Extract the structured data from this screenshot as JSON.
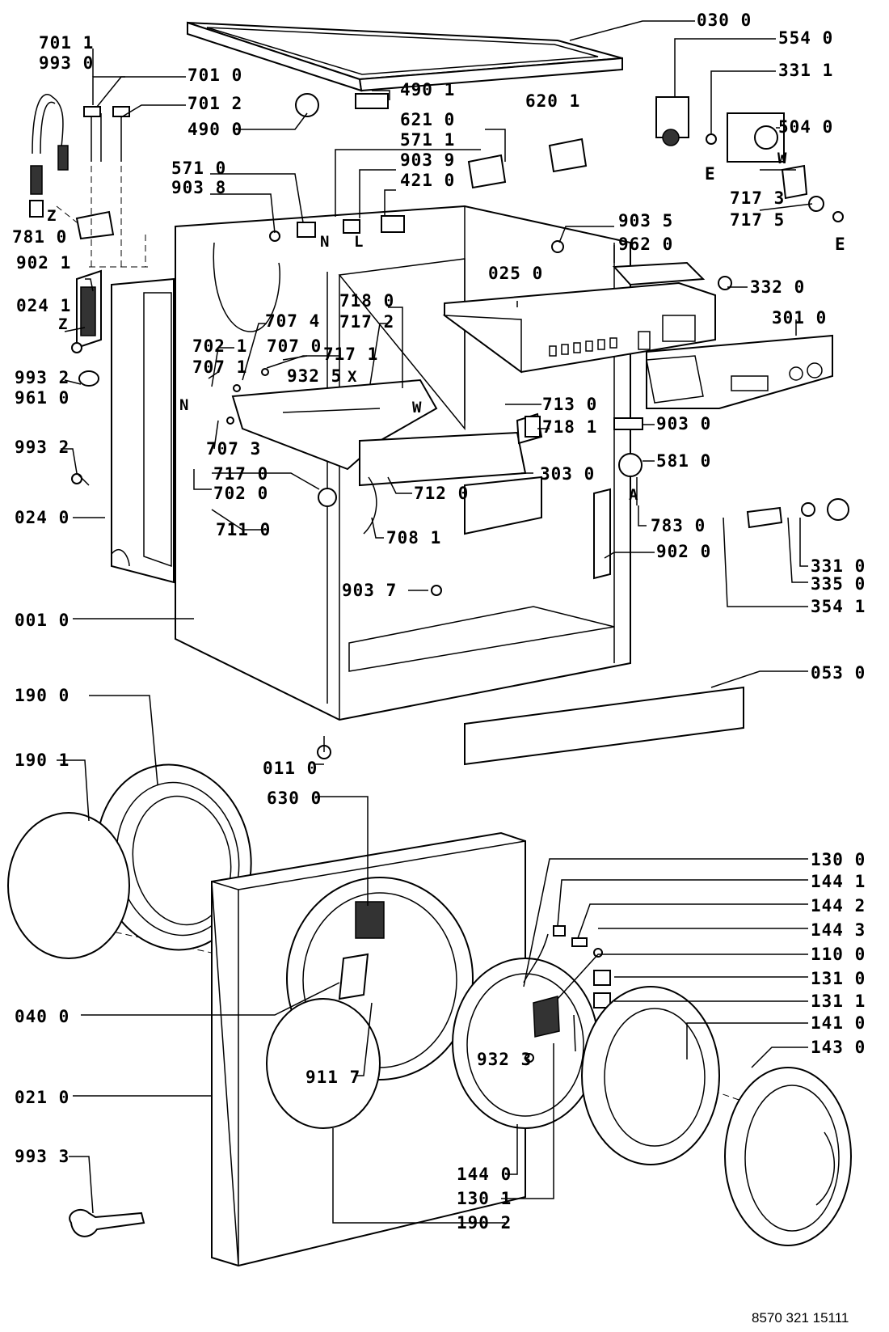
{
  "document_number": "8570 321 15111",
  "labels": {
    "l0300": "030 0",
    "l5540": "554 0",
    "l3311": "331 1",
    "l5040": "504 0",
    "l7011": "701 1",
    "l9930": "993 0",
    "l7010": "701 0",
    "l7012": "701 2",
    "l4901": "490 1",
    "l4900": "490 0",
    "l6201": "620 1",
    "l6210": "621 0",
    "l5711": "571 1",
    "l5710": "571 0",
    "l9039": "903 9",
    "l9038": "903 8",
    "l4210": "421 0",
    "lE1": "E",
    "lW1": "W",
    "l7173": "717 3",
    "l7175": "717 5",
    "lE2": "E",
    "lZ1": "Z",
    "l7810": "781 0",
    "l9021": "902 1",
    "l9035": "903 5",
    "l9620": "962 0",
    "lN1": "N",
    "lL1": "L",
    "l0250": "025 0",
    "l3320": "332 0",
    "l0241": "024 1",
    "lZ2": "Z",
    "l7180": "718 0",
    "l7172": "717 2",
    "l7074": "707 4",
    "l3010": "301 0",
    "l9932a": "993 2",
    "l7021": "702 1",
    "l7070": "707 0",
    "l7171": "717 1",
    "l9610": "961 0",
    "l7071": "707 1",
    "l9325": "932 5",
    "lX": "X",
    "lW2": "W",
    "lN2": "N",
    "l7130": "713 0",
    "l7181": "718 1",
    "l9030": "903 0",
    "l9932b": "993 2",
    "l7073": "707 3",
    "l5810": "581 0",
    "l7170": "717 0",
    "l3030": "303 0",
    "l7020": "702 0",
    "l7120": "712 0",
    "lA": "A",
    "l0240": "024 0",
    "l7110": "711 0",
    "l7830": "783 0",
    "l7081": "708 1",
    "l9020": "902 0",
    "l3310": "331 0",
    "l3350": "335 0",
    "l9037": "903 7",
    "l3541": "354 1",
    "l0010": "001 0",
    "l0530": "053 0",
    "l1900": "190 0",
    "l1901": "190 1",
    "l0110": "011 0",
    "l6300": "630 0",
    "l1300": "130 0",
    "l1441": "144 1",
    "l1442": "144 2",
    "l1443": "144 3",
    "l1100": "110 0",
    "l0400": "040 0",
    "l1310": "131 0",
    "l1311": "131 1",
    "l1410": "141 0",
    "l9323": "932 3",
    "l9117": "911 7",
    "l1430": "143 0",
    "l0210": "021 0",
    "l9933": "993 3",
    "l1440": "144 0",
    "l1301": "130 1",
    "l1902": "190 2"
  }
}
